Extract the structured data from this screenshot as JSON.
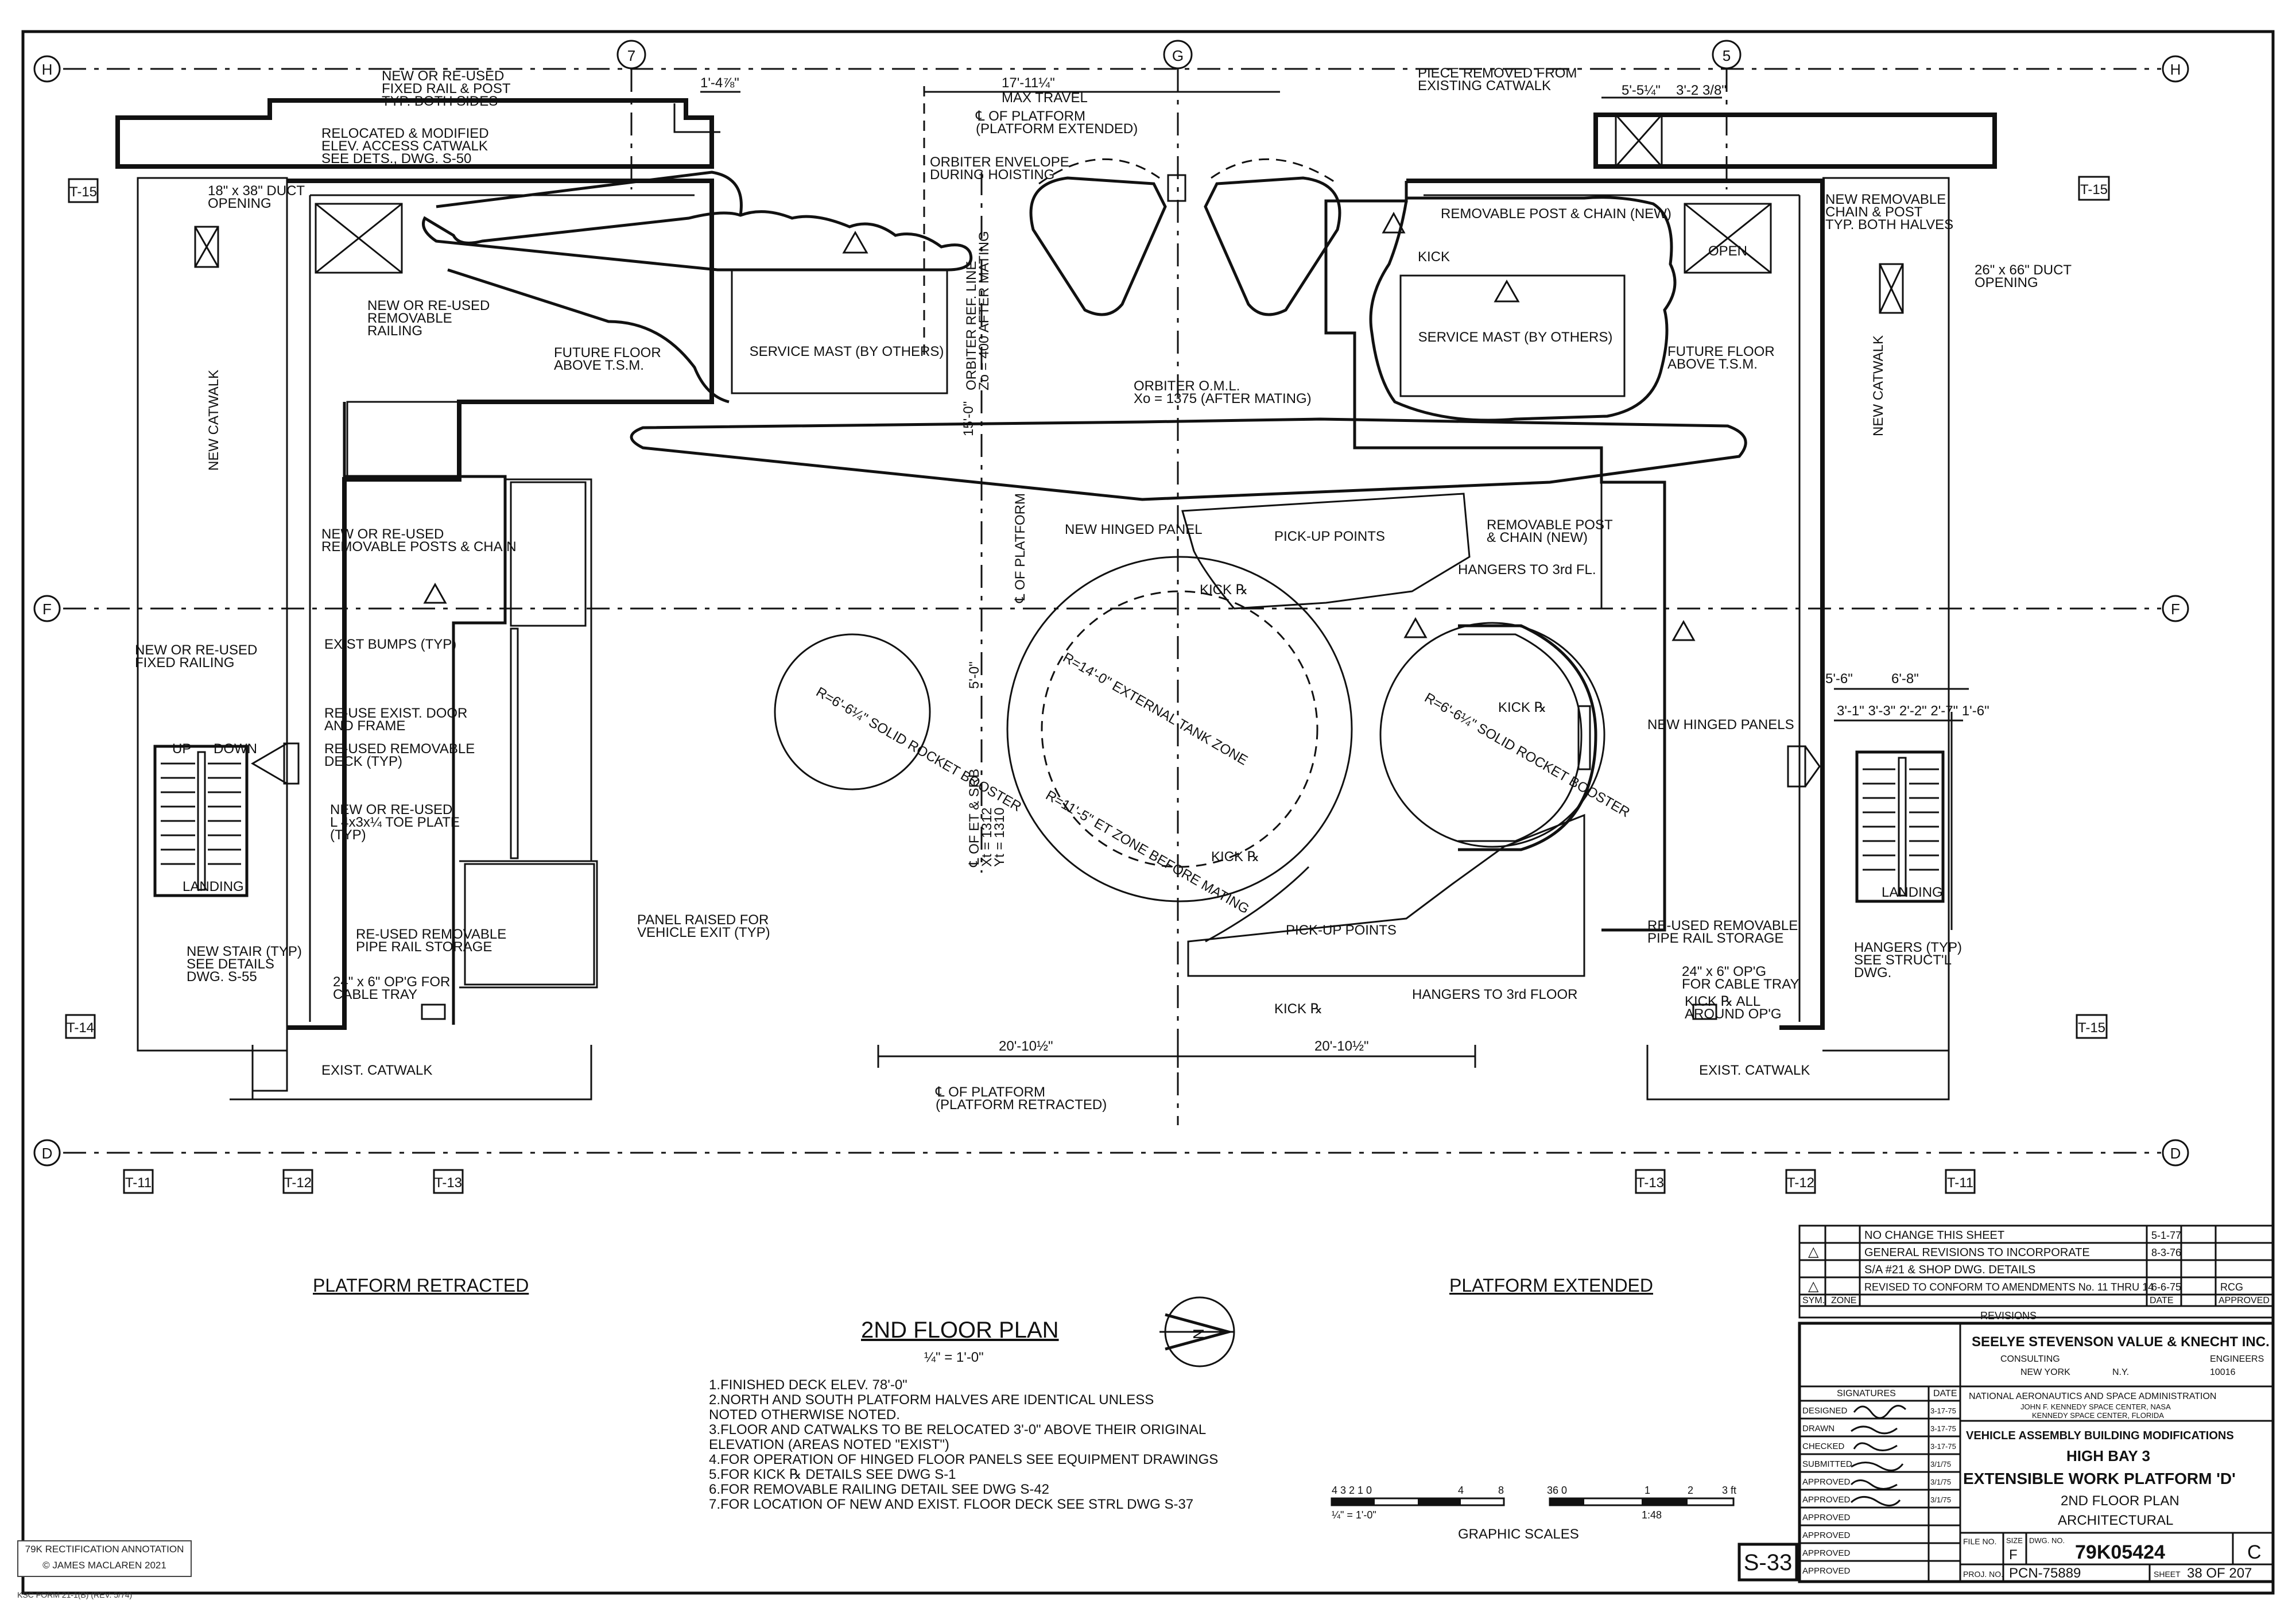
{
  "grid": {
    "rows": [
      "H",
      "F",
      "D"
    ],
    "cols": [
      "7",
      "G",
      "5"
    ],
    "tags_left": [
      "T-15",
      "T-14"
    ],
    "tags_right": [
      "T-15",
      "T-15"
    ],
    "tags_bottom": [
      "T-11",
      "T-12",
      "T-13",
      "T-13",
      "T-12",
      "T-11"
    ]
  },
  "labels": {
    "rail_top_left": "NEW OR RE-USED\nFIXED RAIL & POST\nTYP. BOTH SIDES",
    "elev_catwalk": "RELOCATED & MODIFIED\nELEV. ACCESS CATWALK\nSEE DETS., DWG. S-50",
    "dim_top_left": "1'-4⅞\"",
    "duct_left": "18\" x 38\" DUCT\nOPENING",
    "new_catwalk": "NEW CATWALK",
    "removable_railing": "NEW OR RE-USED\nREMOVABLE\nRAILING",
    "future_floor_left": "FUTURE FLOOR\nABOVE T.S.M.",
    "service_mast_left": "SERVICE MAST\n(BY OTHERS)",
    "dim_max_travel": "17'-11¼\"",
    "max_travel": "MAX TRAVEL",
    "cl_platform_extended": "℄ OF PLATFORM\n(PLATFORM EXTENDED)",
    "orbiter_envelope": "ORBITER ENVELOPE\nDURING HOISTING",
    "orbiter_ref_line": "ORBITER REF. LINE\nZo = 400 AFTER MATING",
    "dim_vert_top": "15'-0\"",
    "orbiter_oml": "ORBITER O.M.L.\nXo = 1375 (AFTER MATING)",
    "piece_removed": "PIECE REMOVED FROM\nEXISTING CATWALK",
    "dim_top_right_a": "5'-5¼\"",
    "dim_top_right_b": "3'-2 3/8\"",
    "removable_post_new": "REMOVABLE POST & CHAIN (NEW)",
    "kick_top": "KICK",
    "open": "OPEN",
    "new_removable_chain": "NEW REMOVABLE\nCHAIN & POST\nTYP. BOTH HALVES",
    "duct_right": "26\" x 66\" DUCT\nOPENING",
    "service_mast_right": "SERVICE MAST\n(BY OTHERS)",
    "future_floor_right": "FUTURE FLOOR\nABOVE T.S.M.",
    "removable_posts_chain": "NEW OR RE-USED\nREMOVABLE POSTS & CHAIN",
    "fixed_railing": "NEW OR RE-USED\nFIXED RAILING",
    "exist_bumps": "EXIST BUMPS (TYP)",
    "reuse_door": "RE-USE EXIST. DOOR\nAND FRAME",
    "reused_deck": "RE-USED REMOVABLE\nDECK (TYP)",
    "toe_plate": "NEW OR RE-USED\nL 4x3x¼ TOE PLATE\n(TYP)",
    "new_stair": "NEW STAIR (TYP)\nSEE DETAILS\nDWG. S-55",
    "pipe_rail_storage_left": "RE-USED REMOVABLE\nPIPE RAIL STORAGE",
    "cable_tray_left": "24\" x 6\" OP'G FOR\nCABLE TRAY",
    "exist_catwalk_left": "EXIST. CATWALK",
    "panel_raised": "PANEL RAISED FOR\nVEHICLE EXIT (TYP)",
    "new_hinged_panel": "NEW HINGED PANEL",
    "pick_up_points_top": "PICK-UP POINTS",
    "removable_post_right": "REMOVABLE POST\n& CHAIN (NEW)",
    "hangers_top": "HANGERS TO 3rd FL.",
    "kick_upper": "KICK ℞",
    "cl_platform_vert": "℄ OF PLATFORM",
    "srb_left": "R=6'-6¼\"\nSOLID ROCKET\nBOOSTER",
    "external_tank": "R=14'-0\"\nEXTERNAL TANK ZONE",
    "et_zone_before": "R=11'-5\"\nET ZONE BEFORE MATING",
    "dim_vert_mid": "5'-0\"",
    "cl_et_srb": "℄ OF ET & SRB\nXt = 1312\nYt = 1310",
    "srb_right": "R=6'-6¼\"\nSOLID ROCKET\nBOOSTER",
    "kick_right": "KICK ℞",
    "new_hinged_panels": "NEW HINGED PANELS",
    "kick_lower": "KICK ℞",
    "pick_up_points_bottom": "PICK-UP POINTS",
    "hangers_bottom": "HANGERS TO 3rd FLOOR",
    "kick_bottom": "KICK ℞",
    "pipe_rail_storage_right": "RE-USED REMOVABLE\nPIPE RAIL STORAGE",
    "cable_tray_right": "24\" x 6\" OP'G\nFOR CABLE TRAY",
    "kick_all_around": "KICK ℞ ALL\nAROUND OP'G",
    "exist_catwalk_right": "EXIST. CATWALK",
    "hangers_typ": "HANGERS (TYP)\nSEE STRUCT'L\nDWG.",
    "landing_left": "LANDING",
    "landing_right": "LANDING",
    "up": "UP",
    "down": "DOWN",
    "dim_right_a": "5'-6\"",
    "dim_right_b": "6'-8\"",
    "dim_right_c": "3'-1\"  3'-3\"  2'-2\"  2'-7\"  1'-6\"",
    "dim_bottom_a": "20'-10½\"",
    "dim_bottom_b": "20'-10½\"",
    "cl_platform_retracted": "℄ OF PLATFORM\n(PLATFORM RETRACTED)",
    "platform_retracted": "PLATFORM RETRACTED",
    "platform_extended": "PLATFORM EXTENDED",
    "title_2nd_floor": "2ND FLOOR PLAN",
    "scale": "¼\" = 1'-0\"",
    "north": "N",
    "graphic_scales": "GRAPHIC SCALES",
    "scale_left_a": "4  3  2  1  0",
    "scale_left_b": "4",
    "scale_left_c": "8",
    "scale_left_unit": "¼\" = 1'-0\"",
    "scale_right_a": "36  0",
    "scale_right_b": "1",
    "scale_right_c": "2",
    "scale_right_d": "3 ft",
    "scale_right_unit": "1:48"
  },
  "notes": [
    "1.FINISHED DECK ELEV. 78'-0\"",
    "2.NORTH AND SOUTH PLATFORM HALVES ARE IDENTICAL UNLESS",
    "   NOTED OTHERWISE NOTED.",
    "3.FLOOR AND CATWALKS TO BE RELOCATED 3'-0\" ABOVE THEIR ORIGINAL",
    "   ELEVATION (AREAS NOTED \"EXIST\")",
    "4.FOR OPERATION OF HINGED FLOOR PANELS SEE EQUIPMENT DRAWINGS",
    "5.FOR KICK ℞ DETAILS SEE DWG S-1",
    "6.FOR REMOVABLE RAILING DETAIL SEE DWG S-42",
    "7.FOR LOCATION OF NEW AND EXIST. FLOOR DECK SEE STRL DWG S-37"
  ],
  "revisions": {
    "rows": [
      {
        "sym": "",
        "desc": "NO CHANGE THIS SHEET",
        "date": "5-1-77",
        "appr": ""
      },
      {
        "sym": "△",
        "desc": "GENERAL REVISIONS TO INCORPORATE",
        "date": "8-3-76",
        "appr": ""
      },
      {
        "sym": "",
        "desc": "S/A #21 & SHOP DWG. DETAILS",
        "date": "",
        "appr": ""
      },
      {
        "sym": "△",
        "desc": "REVISED TO CONFORM TO AMENDMENTS No. 11 THRU 14",
        "date": "6-6-75",
        "appr": "RCG"
      }
    ],
    "headers": [
      "SYM.",
      "ZONE",
      "REVISIONS",
      "DATE",
      "APPROVED"
    ]
  },
  "title_block": {
    "firm": "SEELYE STEVENSON VALUE & KNECHT INC.",
    "consulting": "CONSULTING",
    "engineers": "ENGINEERS",
    "city": "NEW YORK",
    "state": "N.Y.",
    "zip": "10016",
    "agency": "NATIONAL AERONAUTICS AND SPACE ADMINISTRATION",
    "center": "JOHN F. KENNEDY SPACE CENTER, NASA",
    "center2": "KENNEDY SPACE CENTER, FLORIDA",
    "project": "VEHICLE ASSEMBLY BUILDING MODIFICATIONS",
    "bay": "HIGH BAY 3",
    "platform": "EXTENSIBLE WORK PLATFORM 'D'",
    "sheet_title": "2ND FLOOR PLAN",
    "discipline": "ARCHITECTURAL",
    "sig_header": "SIGNATURES",
    "date_header": "DATE",
    "sig_rows": [
      {
        "role": "DESIGNED",
        "date": "3-17-75"
      },
      {
        "role": "DRAWN",
        "date": "3-17-75"
      },
      {
        "role": "CHECKED",
        "date": "3-17-75"
      },
      {
        "role": "SUBMITTED",
        "date": "3/1/75"
      },
      {
        "role": "APPROVED",
        "date": "3/1/75"
      },
      {
        "role": "APPROVED",
        "date": "3/1/75"
      },
      {
        "role": "APPROVED",
        "date": ""
      },
      {
        "role": "APPROVED",
        "date": ""
      },
      {
        "role": "APPROVED",
        "date": ""
      },
      {
        "role": "APPROVED",
        "date": ""
      }
    ],
    "file_no_label": "FILE NO.",
    "size_label": "SIZE",
    "size": "F",
    "dwg_no_label": "DWG. NO.",
    "dwg_no": "79K05424",
    "rev": "C",
    "proj_no_label": "PROJ. NO.",
    "proj_no": "PCN-75889",
    "sheet_label": "SHEET",
    "sheet": "38 OF 207",
    "sheet_code": "S-33"
  },
  "stamp": {
    "line1": "79K RECTIFICATION ANNOTATION",
    "line2": "© JAMES MACLAREN 2021"
  },
  "footprint": "KSC FORM 21-1(B) (REV. 5/74)"
}
